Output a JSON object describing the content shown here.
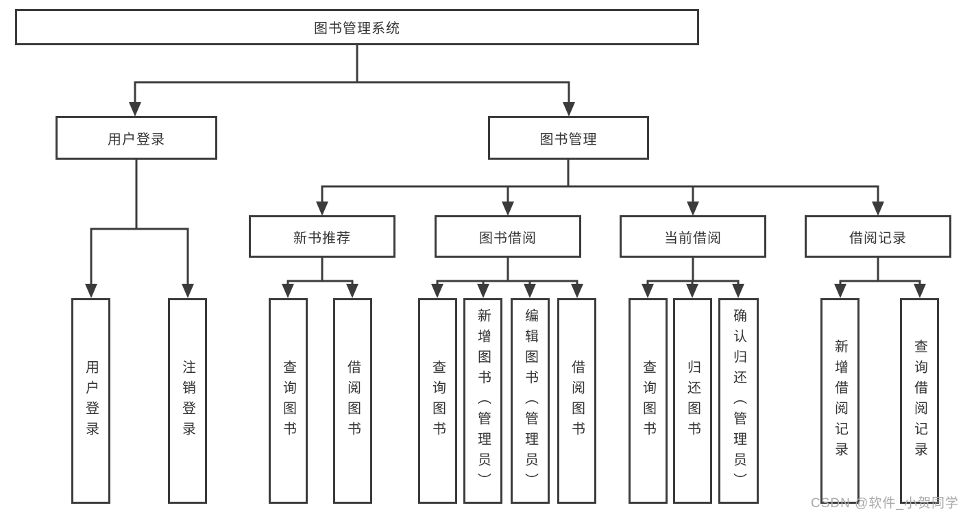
{
  "diagram_title": "图书管理系统",
  "tree": {
    "label": "图书管理系统",
    "children": [
      {
        "label": "用户登录",
        "children": [
          {
            "label": "用户登录"
          },
          {
            "label": "注销登录"
          }
        ]
      },
      {
        "label": "图书管理",
        "children": [
          {
            "label": "新书推荐",
            "children": [
              {
                "label": "查询图书"
              },
              {
                "label": "借阅图书"
              }
            ]
          },
          {
            "label": "图书借阅",
            "children": [
              {
                "label": "查询图书"
              },
              {
                "label": "新增图书（管理员）"
              },
              {
                "label": "编辑图书（管理员）"
              },
              {
                "label": "借阅图书"
              }
            ]
          },
          {
            "label": "当前借阅",
            "children": [
              {
                "label": "查询图书"
              },
              {
                "label": "归还图书"
              },
              {
                "label": "确认归还（管理员）"
              }
            ]
          },
          {
            "label": "借阅记录",
            "children": [
              {
                "label": "新增借阅记录"
              },
              {
                "label": "查询借阅记录"
              }
            ]
          }
        ]
      }
    ]
  },
  "colors": {
    "line": "#3b3b3b",
    "text": "#333333",
    "watermark": "#a9a9a9",
    "background": "#ffffff"
  },
  "watermark": {
    "text": "CSDN @软件_小贺同学"
  }
}
